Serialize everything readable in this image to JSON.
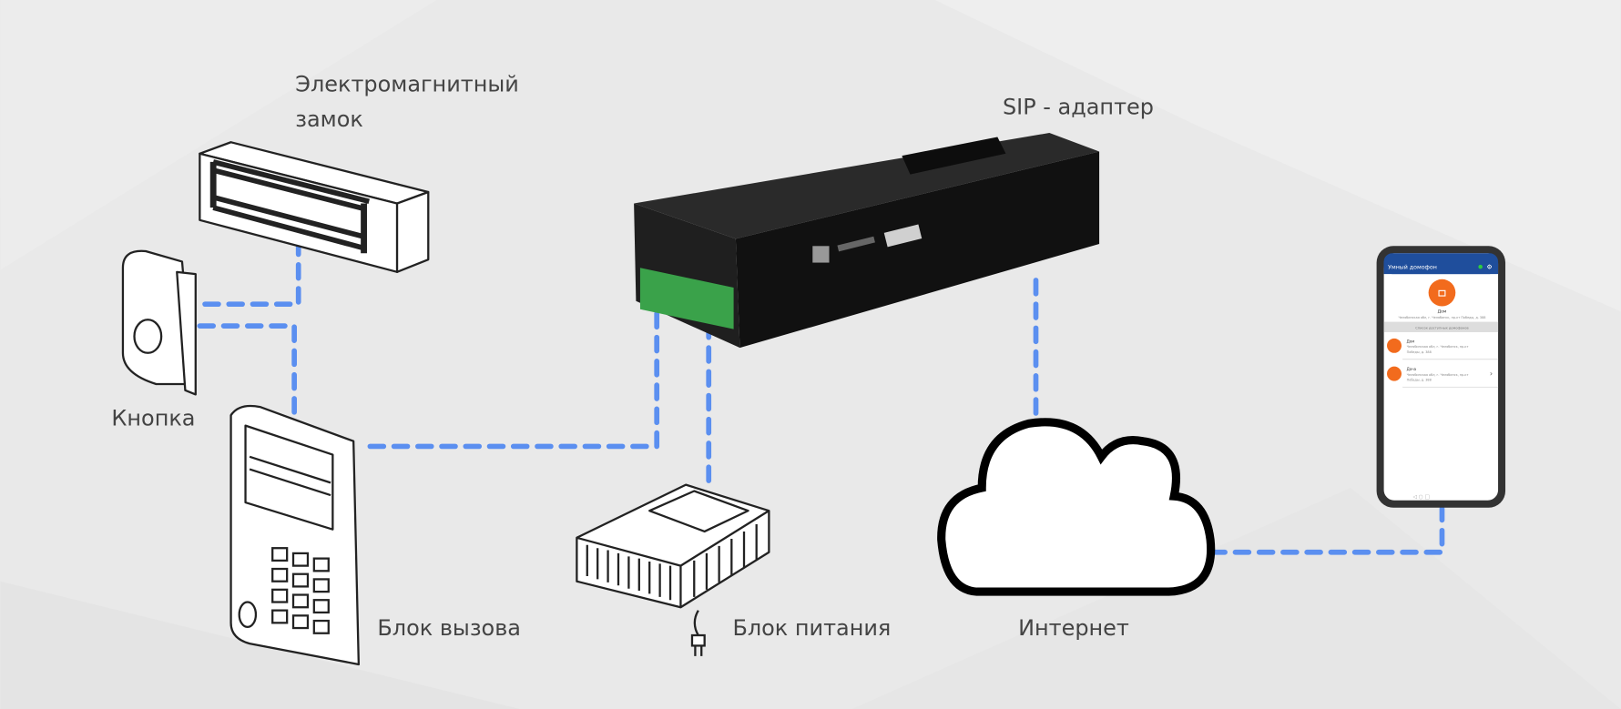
{
  "labels": {
    "lock": [
      "Электромагнитный",
      "замок"
    ],
    "sip_adapter": "SIP - адаптер",
    "button": "Кнопка",
    "call_panel": "Блок вызова",
    "power_supply": "Блок питания",
    "internet": "Интернет"
  },
  "phone": {
    "app_title": "Умный домофон",
    "main_name": "Дом",
    "main_address": "Челябинская обл, г. Челябинск, пр-кт Победы, д. 388",
    "section_title": "Список доступных домофонов",
    "items": [
      {
        "name": "Дом",
        "address_1": "Челябинская обл, г. Челябинск, пр-кт",
        "address_2": "Победы, д. 388"
      },
      {
        "name": "Дача",
        "address_1": "Челябинская обл, г. Челябинск, пр-кт",
        "address_2": "Победы, д. 388"
      }
    ]
  },
  "colors": {
    "link": "#5b8ff0",
    "app_bar": "#1f4e9c",
    "accent": "#f26b1d",
    "status": "#2ecc40"
  }
}
